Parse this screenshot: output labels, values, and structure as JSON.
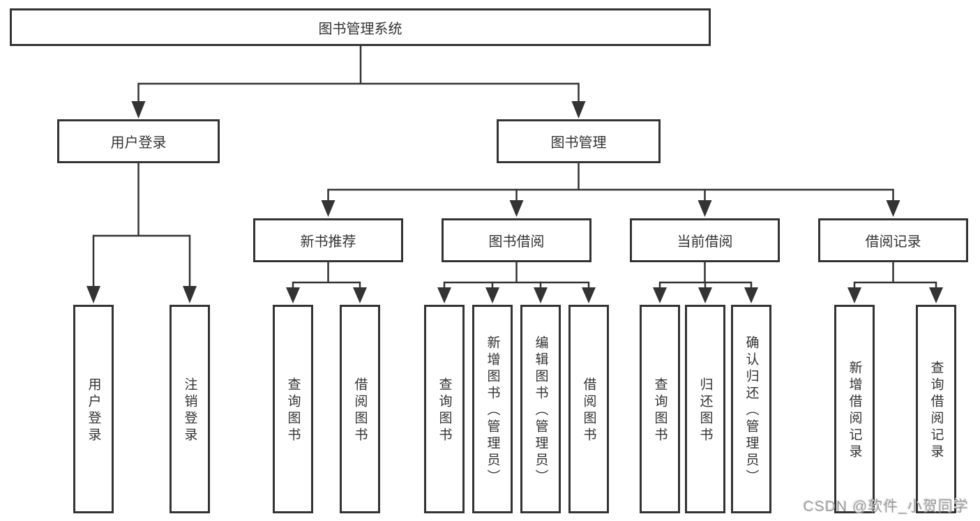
{
  "colors": {
    "line": "#333333",
    "box_border": "#333333",
    "text": "#333333",
    "watermark": "#9e9e9e"
  },
  "tree": {
    "root": "图书管理系统",
    "branches": [
      {
        "label": "用户登录",
        "children": [
          "用户登录",
          "注销登录"
        ]
      },
      {
        "label": "图书管理",
        "children": [
          {
            "label": "新书推荐",
            "children": [
              "查询图书",
              "借阅图书"
            ]
          },
          {
            "label": "图书借阅",
            "children": [
              "查询图书",
              "新增图书（管理员）",
              "编辑图书（管理员）",
              "借阅图书"
            ]
          },
          {
            "label": "当前借阅",
            "children": [
              "查询图书",
              "归还图书",
              "确认归还（管理员）"
            ]
          },
          {
            "label": "借阅记录",
            "children": [
              "新增借阅记录",
              "查询借阅记录"
            ]
          }
        ]
      }
    ]
  },
  "watermark": "CSDN @软件_小贺同学"
}
